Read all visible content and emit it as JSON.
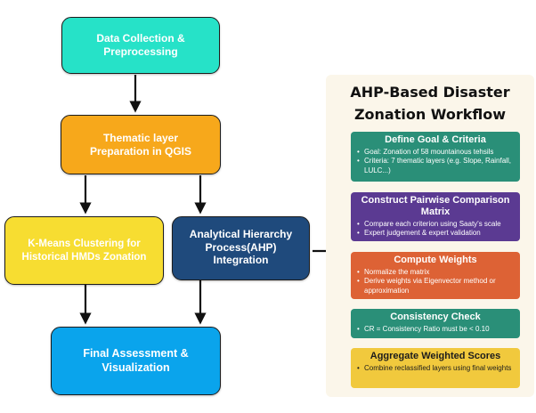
{
  "colors": {
    "data_collection": "#26e2c8",
    "thematic": "#f7a81b",
    "kmeans": "#f7dd31",
    "ahp_integration": "#1f4a7c",
    "final": "#0aa4ec",
    "step_goal": "#2a8f78",
    "step_pairwise": "#5b3a92",
    "step_weights": "#dd6235",
    "step_consistency": "#2a8f78",
    "step_aggregate": "#f1c93d",
    "connector_green": "#3aa68b"
  },
  "flow": {
    "data_collection": "Data Collection &\nPreprocessing",
    "thematic": "Thematic layer\nPreparation in QGIS",
    "kmeans": "K-Means Clustering for\nHistorical HMDs Zonation",
    "ahp_integration": "Analytical Hierarchy\nProcess(AHP)\nIntegration",
    "final": "Final Assessment &\nVisualization"
  },
  "panel": {
    "title_line1": "AHP-Based Disaster",
    "title_line2": "Zonation Workflow",
    "steps": [
      {
        "title": "Define Goal & Criteria",
        "bullets": [
          "Goal: Zonation of 58 mountainous tehsils",
          "Criteria: 7 thematic layers (e.g. Slope, Rainfall, LULC...)"
        ]
      },
      {
        "title": "Construct Pairwise Comparison Matrix",
        "bullets": [
          "Compare each criterion using Saaty's scale",
          "Expert judgement & expert validation"
        ]
      },
      {
        "title": "Compute Weights",
        "bullets": [
          "Normalize the matrix",
          "Derive weights via Eigenvector method or approximation"
        ]
      },
      {
        "title": "Consistency Check",
        "bullets": [
          "CR = Consistency Ratio must be < 0.10"
        ]
      },
      {
        "title": "Aggregate Weighted Scores",
        "bullets": [
          "Combine reclassified layers using final weights"
        ]
      }
    ]
  }
}
